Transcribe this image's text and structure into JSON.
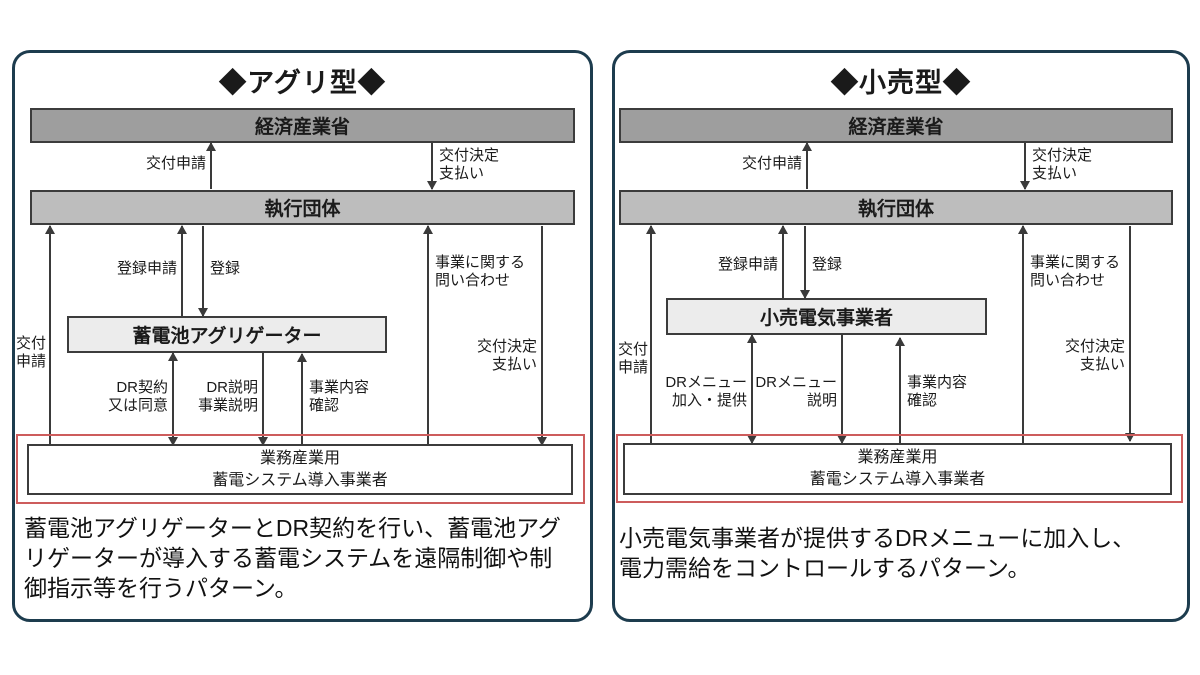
{
  "left_panel": {
    "title": "◆アグリ型◆",
    "top_box": "経済産業省",
    "second_box": "執行団体",
    "middle_box": "蓄電池アグリゲーター",
    "bottom_box": {
      "line1": "業務産業用",
      "line2": "蓄電システム導入事業者"
    },
    "arrows": {
      "grant_application_top": "交付申請",
      "grant_decision_top": {
        "line1": "交付決定",
        "line2": "支払い"
      },
      "grant_application_left": {
        "line1": "交付",
        "line2": "申請"
      },
      "registration_application": "登録申請",
      "registration": "登録",
      "business_inquiry": {
        "line1": "事業に関する",
        "line2": "問い合わせ"
      },
      "grant_decision_right": {
        "line1": "交付決定",
        "line2": "支払い"
      },
      "dr_contract": {
        "line1": "DR契約",
        "line2": "又は同意"
      },
      "dr_explanation": {
        "line1": "DR説明",
        "line2": "事業説明"
      },
      "business_confirmation": {
        "line1": "事業内容",
        "line2": "確認"
      }
    },
    "description": [
      "蓄電池アグリゲーターとDR契約を行い、蓄電池アグ",
      "リゲーターが導入する蓄電システムを遠隔制御や制",
      "御指示等を行うパターン。"
    ]
  },
  "right_panel": {
    "title": "◆小売型◆",
    "top_box": "経済産業省",
    "second_box": "執行団体",
    "middle_box": "小売電気事業者",
    "bottom_box": {
      "line1": "業務産業用",
      "line2": "蓄電システム導入事業者"
    },
    "arrows": {
      "grant_application_top": "交付申請",
      "grant_decision_top": {
        "line1": "交付決定",
        "line2": "支払い"
      },
      "grant_application_left": {
        "line1": "交付",
        "line2": "申請"
      },
      "registration_application": "登録申請",
      "registration": "登録",
      "business_inquiry": {
        "line1": "事業に関する",
        "line2": "問い合わせ"
      },
      "grant_decision_right": {
        "line1": "交付決定",
        "line2": "支払い"
      },
      "dr_menu_join": {
        "line1": "DRメニュー",
        "line2": "加入・提供"
      },
      "dr_menu_explanation": {
        "line1": "DRメニュー",
        "line2": "説明"
      },
      "business_confirmation": {
        "line1": "事業内容",
        "line2": "確認"
      }
    },
    "description": [
      "小売電気事業者が提供するDRメニューに加入し、",
      "電力需給をコントロールするパターン。"
    ]
  },
  "colors": {
    "panel_border": "#1d3c4e",
    "top_bar_gray": "#9e9e9e",
    "second_bar_gray": "#bdbdbd",
    "middle_box_gray": "#ececec",
    "highlight_red": "#cd5c5c",
    "arrow": "#3a3a3a"
  }
}
